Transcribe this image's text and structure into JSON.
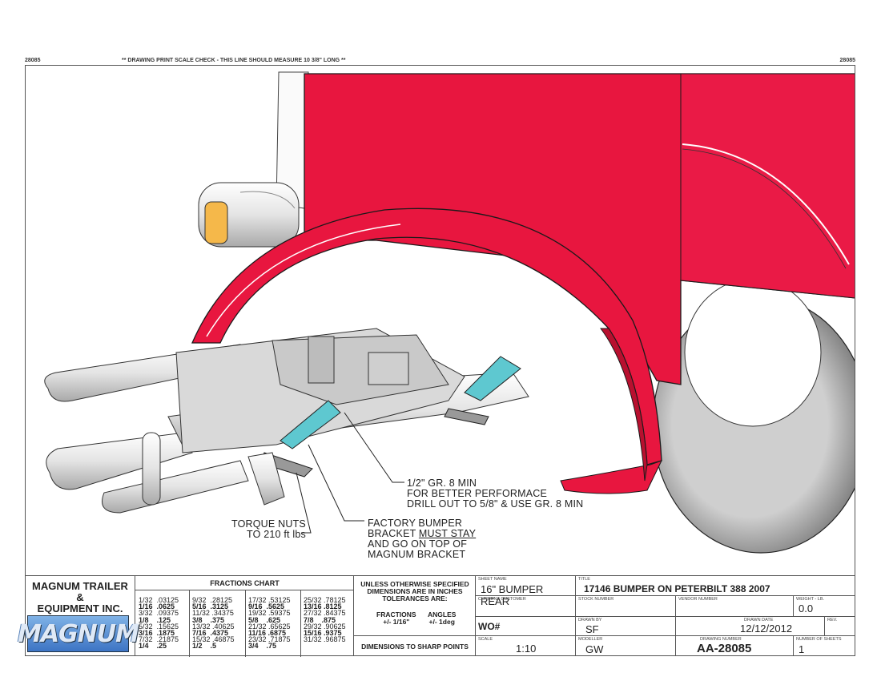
{
  "header": {
    "doc_number_left": "28085",
    "scale_check": "** DRAWING PRINT SCALE CHECK - THIS LINE SHOULD MEASURE 10 3/8\" LONG **",
    "doc_number_right": "28085"
  },
  "callouts": {
    "bolt": [
      "1/2\" GR. 8 MIN",
      "FOR BETTER PERFORMACE",
      "DRILL OUT TO 5/8\" & USE GR. 8 MIN"
    ],
    "torque": [
      "TORQUE NUTS",
      "TO 210 ft lbs"
    ],
    "factory": [
      "FACTORY BUMPER",
      "BRACKET",
      "MUST STAY",
      "AND GO ON TOP OF",
      "MAGNUM BRACKET"
    ]
  },
  "company": {
    "name_line1": "MAGNUM TRAILER",
    "name_line2": "&",
    "name_line3": "EQUIPMENT INC.",
    "logo_text": "MAGNUM"
  },
  "fractions": {
    "title": "FRACTIONS CHART",
    "col1": [
      "1/32  .03125",
      "1/16  .0625",
      "3/32  .09375",
      "1/8    .125",
      "5/32  .15625",
      "3/16  .1875",
      "7/32  .21875",
      "1/4    .25"
    ],
    "col2": [
      "9/32  .28125",
      "5/16  .3125",
      "11/32 .34375",
      "3/8    .375",
      "13/32 .40625",
      "7/16  .4375",
      "15/32 .46875",
      "1/2    .5"
    ],
    "col3": [
      "17/32 .53125",
      "9/16  .5625",
      "19/32 .59375",
      "5/8    .625",
      "21/32 .65625",
      "11/16 .6875",
      "23/32 .71875",
      "3/4    .75"
    ],
    "col4": [
      "25/32 .78125",
      "13/16 .8125",
      "27/32 .84375",
      "7/8    .875",
      "29/32 .90625",
      "15/16 .9375",
      "31/32 .96875",
      ""
    ]
  },
  "tolerances": {
    "heading1": "UNLESS OTHERWISE SPECIFIED",
    "heading2": "DIMENSIONS ARE IN INCHES",
    "heading3": "TOLERANCES ARE:",
    "fractions_label": "FRACTIONS",
    "fractions_value": "+/- 1/16\"",
    "angles_label": "ANGLES",
    "angles_value": "+/- 1deg",
    "sharp_points": "DIMENSIONS TO SHARP POINTS"
  },
  "fields": {
    "sheet_name_cap": "SHEET NAME",
    "sheet_name": "16\" BUMPER REAR",
    "title_cap": "TITLE",
    "title": "17146 BUMPER ON PETERBILT 388 2007",
    "current_customer_cap": "CURRENT CUSTOMER",
    "stock_number_cap": "STOCK NUMBER",
    "vendor_number_cap": "VENDOR NUMBER",
    "weight_cap": "WEIGHT - LB.",
    "weight": "0.0",
    "wo": "WO#",
    "drawn_by_cap": "DRAWN BY",
    "drawn_by": "SF",
    "drawn_date_cap": "DRAWN DATE",
    "drawn_date": "12/12/2012",
    "rev_cap": "REV.",
    "scale_cap": "SCALE",
    "scale": "1:10",
    "modeller_cap": "MODELLER",
    "modeller": "GW",
    "drawing_number_cap": "DRAWING NUMBER",
    "drawing_number": "AA-28085",
    "sheets_cap": "NUMBER OF SHEETS",
    "sheets": "1"
  },
  "colors": {
    "body_red": "#e8163f",
    "bracket_teal": "#5ec8d0",
    "frame": "#555555"
  }
}
